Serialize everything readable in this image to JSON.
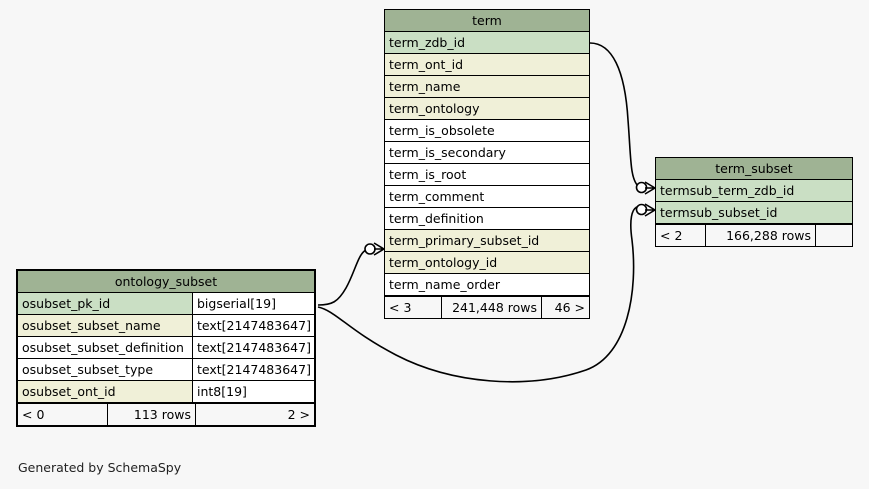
{
  "diagram": {
    "tool": "SchemaSpy",
    "caption": "Generated by SchemaSpy",
    "background_color": "#f7f7f7",
    "colors": {
      "header": "#9fb394",
      "primary_key_row": "#cadfc4",
      "indexed_row": "#f0f0d8",
      "plain_row": "#ffffff",
      "border": "#000000",
      "footer": "#f7f7f7"
    }
  },
  "tables": [
    {
      "id": "term",
      "name": "term",
      "focus": false,
      "has_type_column": false,
      "columns": [
        {
          "name": "term_zdb_id",
          "type": "",
          "role": "pk"
        },
        {
          "name": "term_ont_id",
          "type": "",
          "role": "index"
        },
        {
          "name": "term_name",
          "type": "",
          "role": "index"
        },
        {
          "name": "term_ontology",
          "type": "",
          "role": "index"
        },
        {
          "name": "term_is_obsolete",
          "type": "",
          "role": "plain"
        },
        {
          "name": "term_is_secondary",
          "type": "",
          "role": "plain"
        },
        {
          "name": "term_is_root",
          "type": "",
          "role": "plain"
        },
        {
          "name": "term_comment",
          "type": "",
          "role": "plain"
        },
        {
          "name": "term_definition",
          "type": "",
          "role": "plain"
        },
        {
          "name": "term_primary_subset_id",
          "type": "",
          "role": "index"
        },
        {
          "name": "term_ontology_id",
          "type": "",
          "role": "index"
        },
        {
          "name": "term_name_order",
          "type": "",
          "role": "plain"
        }
      ],
      "footer": {
        "left": "< 3",
        "center": "241,448 rows",
        "right": "46 >"
      }
    },
    {
      "id": "term_subset",
      "name": "term_subset",
      "focus": false,
      "has_type_column": false,
      "columns": [
        {
          "name": "termsub_term_zdb_id",
          "type": "",
          "role": "pk"
        },
        {
          "name": "termsub_subset_id",
          "type": "",
          "role": "pk"
        }
      ],
      "footer": {
        "left": "< 2",
        "center": "166,288 rows",
        "right": ""
      }
    },
    {
      "id": "ontology_subset",
      "name": "ontology_subset",
      "focus": true,
      "has_type_column": true,
      "columns": [
        {
          "name": "osubset_pk_id",
          "type": "bigserial[19]",
          "role": "pk"
        },
        {
          "name": "osubset_subset_name",
          "type": "text[2147483647]",
          "role": "index"
        },
        {
          "name": "osubset_subset_definition",
          "type": "text[2147483647]",
          "role": "plain"
        },
        {
          "name": "osubset_subset_type",
          "type": "text[2147483647]",
          "role": "plain"
        },
        {
          "name": "osubset_ont_id",
          "type": "int8[19]",
          "role": "index"
        }
      ],
      "footer": {
        "left": "< 0",
        "center": "113 rows",
        "right": "2 >"
      }
    }
  ],
  "relationships": [
    {
      "id": "term-to-term_subset",
      "from_table": "term",
      "from_column": "term_zdb_id",
      "to_table": "term_subset",
      "to_column": "termsub_term_zdb_id",
      "from_marker": "none",
      "to_marker": "crowsfoot-circle"
    },
    {
      "id": "ontology_subset-to-term",
      "from_table": "ontology_subset",
      "from_column": "osubset_pk_id",
      "to_table": "term",
      "to_column": "term_primary_subset_id",
      "from_marker": "none",
      "to_marker": "crowsfoot-circle"
    },
    {
      "id": "ontology_subset-to-term_subset",
      "from_table": "ontology_subset",
      "from_column": "osubset_pk_id",
      "to_table": "term_subset",
      "to_column": "termsub_subset_id",
      "from_marker": "none",
      "to_marker": "crowsfoot-circle"
    }
  ]
}
